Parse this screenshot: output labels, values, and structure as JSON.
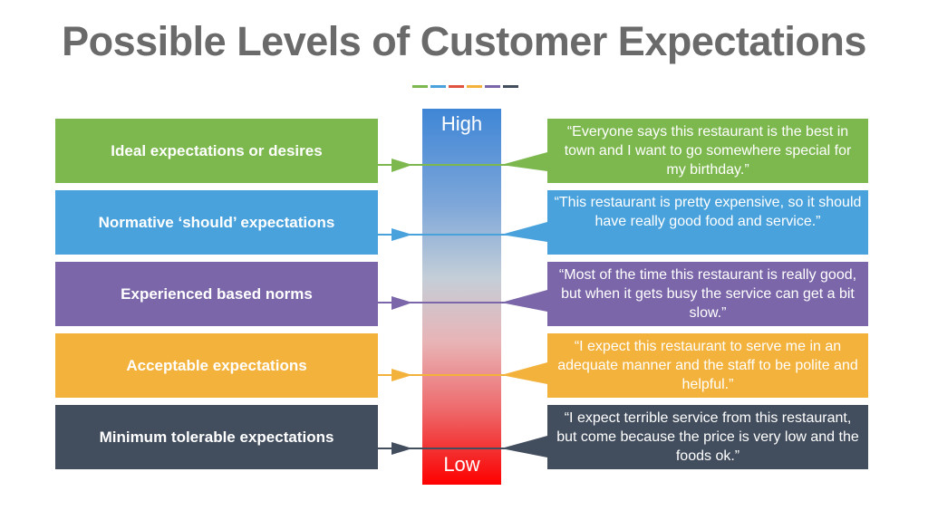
{
  "title": "Possible Levels of Customer Expectations",
  "divider_colors": [
    "#7db84f",
    "#4aa2dc",
    "#e0533f",
    "#f3b23b",
    "#7a66a8",
    "#424d5e"
  ],
  "scale": {
    "high_label": "High",
    "low_label": "Low",
    "gradient_top": "#3f86d6",
    "gradient_bottom": "#ff0000"
  },
  "levels": [
    {
      "label": "Ideal expectations or desires",
      "quote": "“Everyone says this restaurant is the best in town and I want to go somewhere special for my birthday.”",
      "color": "#7db84f"
    },
    {
      "label": "Normative ‘should’ expectations",
      "quote": "“This restaurant is pretty expensive, so it should have really good food and service.”",
      "color": "#4aa2dc"
    },
    {
      "label": "Experienced based norms",
      "quote": "“Most of the time this restaurant is really good, but when it gets busy the service can get a bit slow.”",
      "color": "#7a66a8"
    },
    {
      "label": "Acceptable expectations",
      "quote": "“I expect this restaurant to serve me in an adequate manner and the staff to be polite and helpful.”",
      "color": "#f3b23b"
    },
    {
      "label": "Minimum tolerable expectations",
      "quote": "“I expect terrible service from this restaurant, but come because the price is very low and the foods ok.”",
      "color": "#424d5e"
    }
  ]
}
